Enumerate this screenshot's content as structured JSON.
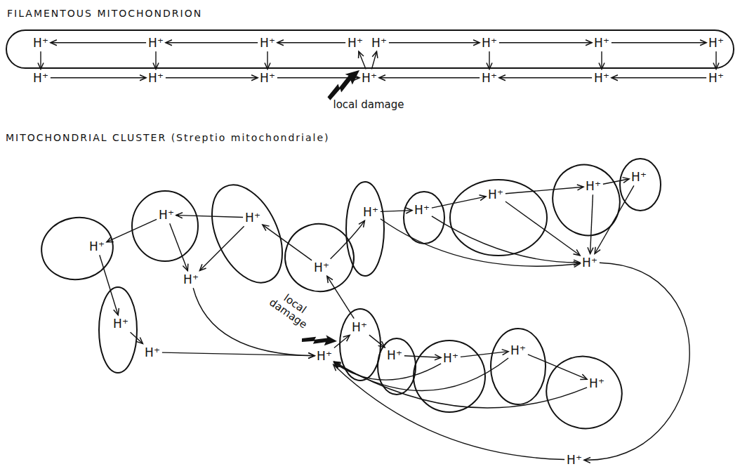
{
  "diagram": {
    "nodes": [
      {
        "text": [
          "FILAMENTOUS MITOCHONDRION"
        ]
      },
      {
        "text": [
          "H⁺"
        ],
        "in": 0
      },
      {
        "text": [
          "H⁺"
        ],
        "in": 0
      },
      {
        "text": [
          "H⁺"
        ],
        "in": 0
      },
      {
        "text": [
          "H⁺"
        ],
        "in": 0
      },
      {
        "text": [
          "H⁺"
        ],
        "in": 0
      },
      {
        "text": [
          "H⁺"
        ],
        "in": 0
      },
      {
        "text": [
          "H⁺"
        ],
        "in": 0
      },
      {
        "text": [
          "H⁺"
        ],
        "in": 0
      },
      {
        "text": [
          "H⁺"
        ]
      },
      {
        "text": [
          "H⁺"
        ]
      },
      {
        "text": [
          "H⁺"
        ]
      },
      {
        "text": [
          "H⁺"
        ]
      },
      {
        "text": [
          "H⁺"
        ]
      },
      {
        "text": [
          "H⁺"
        ]
      },
      {
        "text": [
          "H⁺"
        ]
      },
      {
        "text": [
          "H⁺"
        ]
      },
      {
        "text": [
          "H⁺"
        ]
      },
      {
        "text": [
          "H⁺"
        ]
      },
      {
        "text": [
          "H⁺"
        ]
      },
      {
        "text": [
          "H⁺"
        ]
      },
      {
        "text": [
          "H⁺"
        ]
      },
      {
        "text": [
          "H⁺"
        ]
      },
      {
        "text": [
          "H⁺"
        ]
      },
      {
        "text": [
          "H⁺"
        ]
      },
      {
        "text": [
          "H⁺"
        ]
      },
      {
        "text": [
          "H⁺"
        ]
      },
      {
        "text": [
          "H⁺"
        ]
      },
      {
        "text": [
          "H⁺"
        ]
      },
      {
        "text": [
          "H⁺"
        ]
      },
      {
        "text": [
          "H⁺"
        ]
      },
      {
        "text": [
          "H⁺"
        ]
      },
      {
        "text": [
          "H⁺"
        ]
      },
      {
        "text": [
          "H⁺"
        ]
      },
      {
        "text": [
          "H⁺"
        ]
      },
      {
        "text": [
          "H⁺"
        ]
      }
    ],
    "edges": [
      {
        "from": 4,
        "to": 3,
        "arrow": "to"
      },
      {
        "from": 3,
        "to": 2,
        "arrow": "to"
      },
      {
        "from": 2,
        "to": 1,
        "arrow": "to"
      },
      {
        "from": 5,
        "to": 6,
        "arrow": "to"
      },
      {
        "from": 6,
        "to": 7,
        "arrow": "to"
      },
      {
        "from": 7,
        "to": 8,
        "arrow": "to"
      },
      {
        "from": 1,
        "to": 9,
        "arrow": "to"
      },
      {
        "from": 2,
        "to": 10,
        "arrow": "to"
      },
      {
        "from": 3,
        "to": 11,
        "arrow": "to"
      },
      {
        "from": 6,
        "to": 13,
        "arrow": "to"
      },
      {
        "from": 7,
        "to": 14,
        "arrow": "to"
      },
      {
        "from": 8,
        "to": 15,
        "arrow": "to"
      },
      {
        "from": 9,
        "to": 10,
        "arrow": "to"
      },
      {
        "from": 10,
        "to": 11,
        "arrow": "to"
      },
      {
        "from": 11,
        "to": 12,
        "arrow": "to"
      },
      {
        "from": 15,
        "to": 14,
        "arrow": "to"
      },
      {
        "from": 14,
        "to": 13,
        "arrow": "to"
      },
      {
        "from": 13,
        "to": 12,
        "arrow": "to"
      },
      {
        "from": 12,
        "to": 4,
        "arrow": "to"
      },
      {
        "from": 12,
        "to": 5,
        "arrow": "to"
      },
      {
        "from": 16,
        "to": 25,
        "arrow": "to"
      },
      {
        "from": 25,
        "to": 32,
        "arrow": "to"
      },
      {
        "from": 32,
        "to": 34,
        "arrow": "to"
      },
      {
        "from": 17,
        "to": 16,
        "arrow": "to"
      },
      {
        "from": 17,
        "to": 31,
        "arrow": "to"
      },
      {
        "from": 18,
        "to": 17,
        "arrow": "to"
      },
      {
        "from": 18,
        "to": 31,
        "arrow": "to"
      },
      {
        "from": 31,
        "to": 34,
        "arrow": "to"
      },
      {
        "from": 19,
        "to": 18,
        "arrow": "to"
      },
      {
        "from": 19,
        "to": 20,
        "arrow": "to"
      },
      {
        "from": 20,
        "to": 21,
        "arrow": "to"
      },
      {
        "from": 21,
        "to": 22,
        "arrow": "to"
      },
      {
        "from": 22,
        "to": 23,
        "arrow": "to"
      },
      {
        "from": 23,
        "to": 24,
        "arrow": "to"
      },
      {
        "from": 20,
        "to": 33,
        "arrow": "to"
      },
      {
        "from": 21,
        "to": 33,
        "arrow": "to"
      },
      {
        "from": 22,
        "to": 33,
        "arrow": "to"
      },
      {
        "from": 23,
        "to": 33,
        "arrow": "to"
      },
      {
        "from": 24,
        "to": 33,
        "arrow": "to"
      },
      {
        "from": 26,
        "to": 19,
        "arrow": "to"
      },
      {
        "from": 26,
        "to": 27,
        "arrow": "to"
      },
      {
        "from": 27,
        "to": 28,
        "arrow": "to"
      },
      {
        "from": 28,
        "to": 29,
        "arrow": "to"
      },
      {
        "from": 29,
        "to": 30,
        "arrow": "to"
      },
      {
        "from": 28,
        "to": 34,
        "arrow": "to"
      },
      {
        "from": 29,
        "to": 34,
        "arrow": "to"
      },
      {
        "from": 30,
        "to": 34,
        "arrow": "to"
      },
      {
        "from": 35,
        "to": 34,
        "arrow": "to"
      },
      {
        "from": 33,
        "to": 35,
        "arrow": "to"
      },
      {
        "from": 34,
        "to": 26,
        "arrow": "to"
      }
    ],
    "labels": [
      "local damage",
      "MITOCHONDRIAL CLUSTER (Streptio mitochondriale)",
      "local damage"
    ]
  }
}
